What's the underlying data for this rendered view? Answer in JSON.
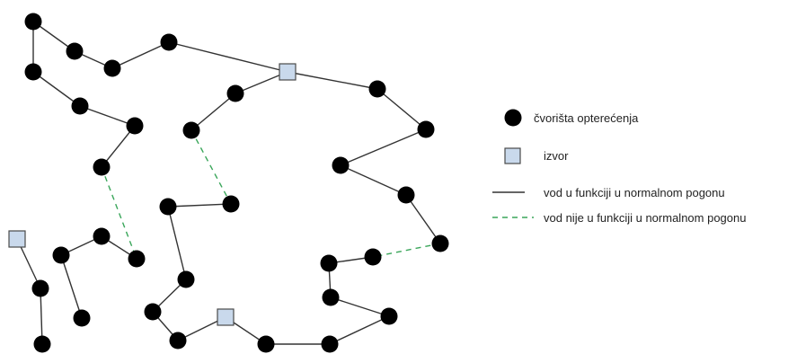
{
  "colors": {
    "node": "#000000",
    "edge_active": "#333333",
    "edge_inactive": "#3aa65a",
    "source_fill": "#c9d9ec",
    "source_stroke": "#4a4a4a"
  },
  "legend": {
    "node_label": "čvorišta opterećenja",
    "source_label": "izvor",
    "active_line_label": "vod u funkciji u normalnom pogonu",
    "inactive_line_label": "vod nije u funkciji u normalnom pogonu"
  }
}
